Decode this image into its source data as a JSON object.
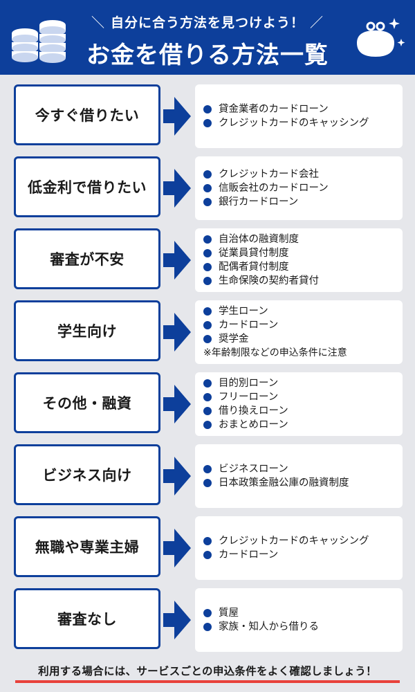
{
  "header": {
    "subtitle": "自分に合う方法を見つけよう！",
    "title": "お金を借りる方法一覧"
  },
  "categories": [
    {
      "label": "今すぐ借りたい",
      "items": [
        "貸金業者のカードローン",
        "クレジットカードのキャッシング"
      ],
      "note": ""
    },
    {
      "label": "低金利で借りたい",
      "items": [
        "クレジットカード会社",
        "信販会社のカードローン",
        "銀行カードローン"
      ],
      "note": ""
    },
    {
      "label": "審査が不安",
      "items": [
        "自治体の融資制度",
        "従業員貸付制度",
        "配偶者貸付制度",
        "生命保険の契約者貸付"
      ],
      "note": ""
    },
    {
      "label": "学生向け",
      "items": [
        "学生ローン",
        "カードローン",
        "奨学金"
      ],
      "note": "※年齢制限などの申込条件に注意"
    },
    {
      "label": "その他・融資",
      "items": [
        "目的別ローン",
        "フリーローン",
        "借り換えローン",
        "おまとめローン"
      ],
      "note": ""
    },
    {
      "label": "ビジネス向け",
      "items": [
        "ビジネスローン",
        "日本政策金融公庫の融資制度"
      ],
      "note": ""
    },
    {
      "label": "無職や専業主婦",
      "items": [
        "クレジットカードのキャッシング",
        "カードローン"
      ],
      "note": ""
    },
    {
      "label": "審査なし",
      "items": [
        "質屋",
        "家族・知人から借りる"
      ],
      "note": ""
    }
  ],
  "footer": {
    "text": "利用する場合には、サービスごとの申込条件をよく確認しましょう！"
  },
  "colors": {
    "brand": "#0d3f9b",
    "background": "#e6e7eb",
    "accent_underline": "#e8413b"
  },
  "icons": {
    "header_left": "coin-stack-icon",
    "header_right": "wallet-icon",
    "row_arrow": "arrow-right-icon",
    "list_bullet": "bullet-dot-icon"
  }
}
